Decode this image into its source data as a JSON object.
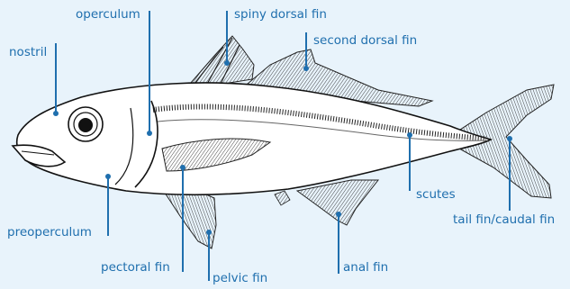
{
  "diagram": {
    "background": "#e8f3fb",
    "label_color": "#1f6fae",
    "subject": "fish-illustration",
    "labels": {
      "operculum": "operculum",
      "spiny_dorsal_fin": "spiny dorsal fin",
      "second_dorsal_fin": "second dorsal fin",
      "nostril": "nostril",
      "scutes": "scutes",
      "tail_fin": "tail fin/caudal fin",
      "preoperculum": "preoperculum",
      "pectoral_fin": "pectoral fin",
      "pelvic_fin": "pelvic fin",
      "anal_fin": "anal fin"
    }
  }
}
